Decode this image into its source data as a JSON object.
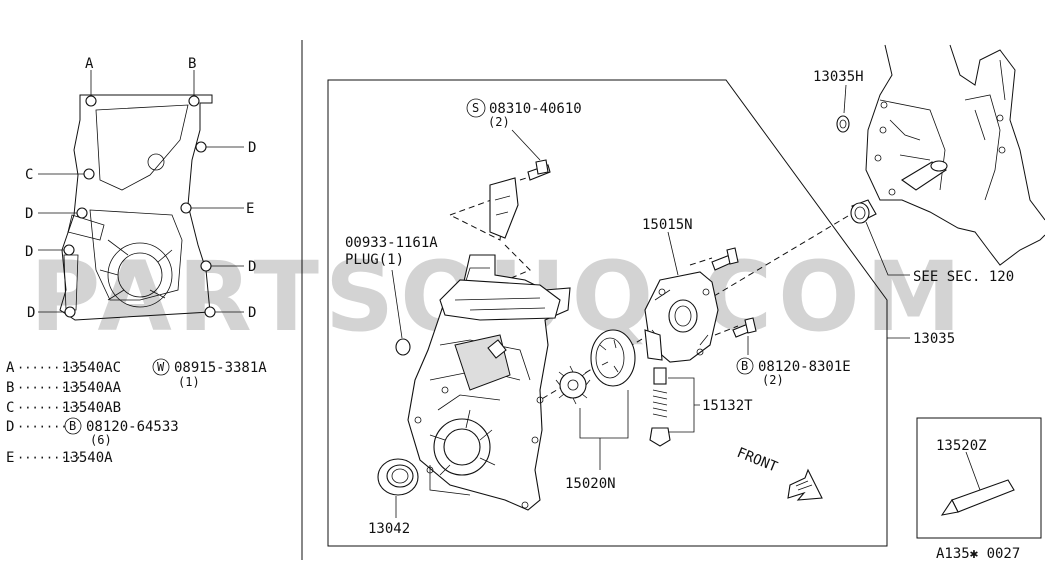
{
  "watermark": "PARTSOUQ.COM",
  "footer_code": "A135✱ 0027",
  "left_diagram": {
    "point_letters": {
      "a": "A",
      "b": "B",
      "c": "C",
      "d": "D",
      "e": "E"
    }
  },
  "legend": [
    {
      "key": "A",
      "dots": "·········",
      "part": "13540AC"
    },
    {
      "key": "B",
      "dots": "·········",
      "part": "13540AA"
    },
    {
      "key": "C",
      "dots": "·········",
      "part": "13540AB"
    },
    {
      "key": "D",
      "dots": "·······",
      "part": "08120-64533",
      "prefix": "B",
      "qty": "(6)"
    },
    {
      "key": "E",
      "dots": "·········",
      "part": "13540A"
    }
  ],
  "legend_extra": {
    "prefix": "W",
    "part": "08915-3381A",
    "qty": "(1)"
  },
  "callouts": {
    "screw": {
      "prefix": "S",
      "part": "08310-40610",
      "qty": "(2)"
    },
    "plug": {
      "part": "00933-1161A",
      "desc": "PLUG(1)"
    },
    "pump": {
      "part": "15015N"
    },
    "bolt": {
      "prefix": "B",
      "part": "08120-8301E",
      "qty": "(2)"
    },
    "valve": {
      "part": "15132T"
    },
    "rotor": {
      "part": "15020N"
    },
    "seal": {
      "part": "13042"
    },
    "cover": {
      "part": "13035"
    },
    "oring": {
      "part": "13035H"
    },
    "see": {
      "text": "SEE SEC. 120"
    },
    "sealant": {
      "part": "13520Z"
    },
    "front": {
      "text": "FRONT"
    }
  }
}
